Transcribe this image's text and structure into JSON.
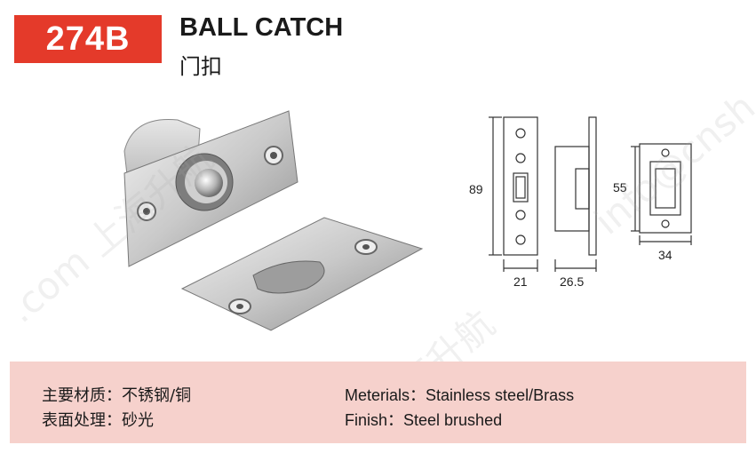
{
  "product": {
    "code": "274B",
    "title_en": "BALL CATCH",
    "title_cn": "门扣"
  },
  "dimensions": {
    "height_plate": "89",
    "width_plate": "21",
    "depth": "26.5",
    "strike_height": "55",
    "strike_width": "34"
  },
  "specs": {
    "material_cn": "主要材质：不锈钢/铜",
    "finish_cn": "表面处理：砂光",
    "material_en": "Meterials：Stainless steel/Brass",
    "finish_en": "Finish：Steel  brushed"
  },
  "watermark": {
    "left": ".com 上海升航",
    "right": "info@cnsh",
    "bottom": "上海升航"
  },
  "colors": {
    "badge": "#e43a2a",
    "spec_band": "#f6d1cc"
  }
}
